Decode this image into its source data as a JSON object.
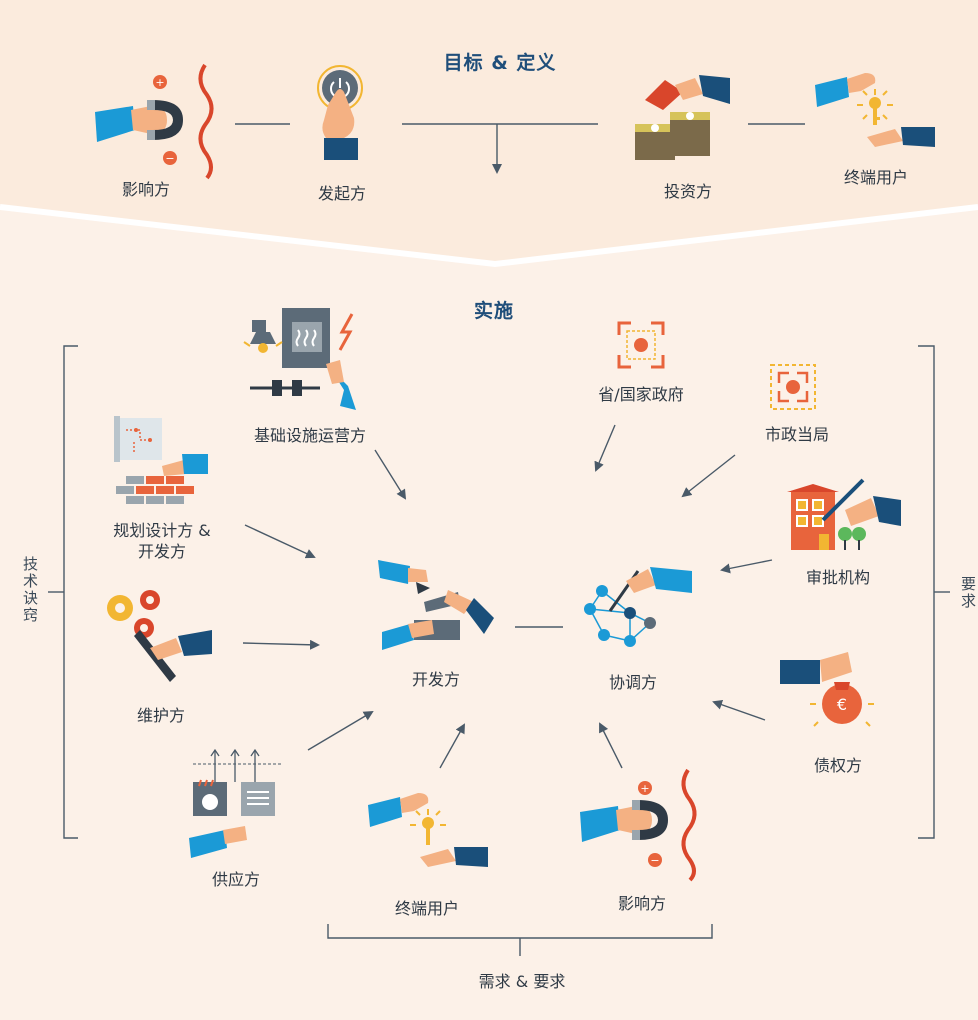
{
  "top": {
    "title": "目标 & 定义",
    "actors": {
      "influencer": "影响方",
      "initiator": "发起方",
      "investor": "投资方",
      "end_user": "终端用户"
    }
  },
  "impl": {
    "title": "实施",
    "actors": {
      "infrastructure_operator": "基础设施运营方",
      "government": "省/国家政府",
      "municipal": "市政当局",
      "planner_line1": "规划设计方 &",
      "planner_line2": "开发方",
      "approval": "审批机构",
      "developer": "开发方",
      "coordinator": "协调方",
      "maintainer": "维护方",
      "creditor": "债权方",
      "supplier": "供应方",
      "end_user": "终端用户",
      "influencer": "影响方"
    },
    "left_bracket": "技术诀窍",
    "right_bracket": "要求",
    "bottom_bracket": "需求 & 要求"
  },
  "colors": {
    "title_blue": "#1f4e7a",
    "line": "#4a5a68",
    "accent_orange": "#e8643c",
    "accent_yellow": "#f2b632",
    "sleeve_teal": "#1b9ad6",
    "sleeve_dark": "#1a4f7a",
    "background": "#fcf1e8"
  }
}
